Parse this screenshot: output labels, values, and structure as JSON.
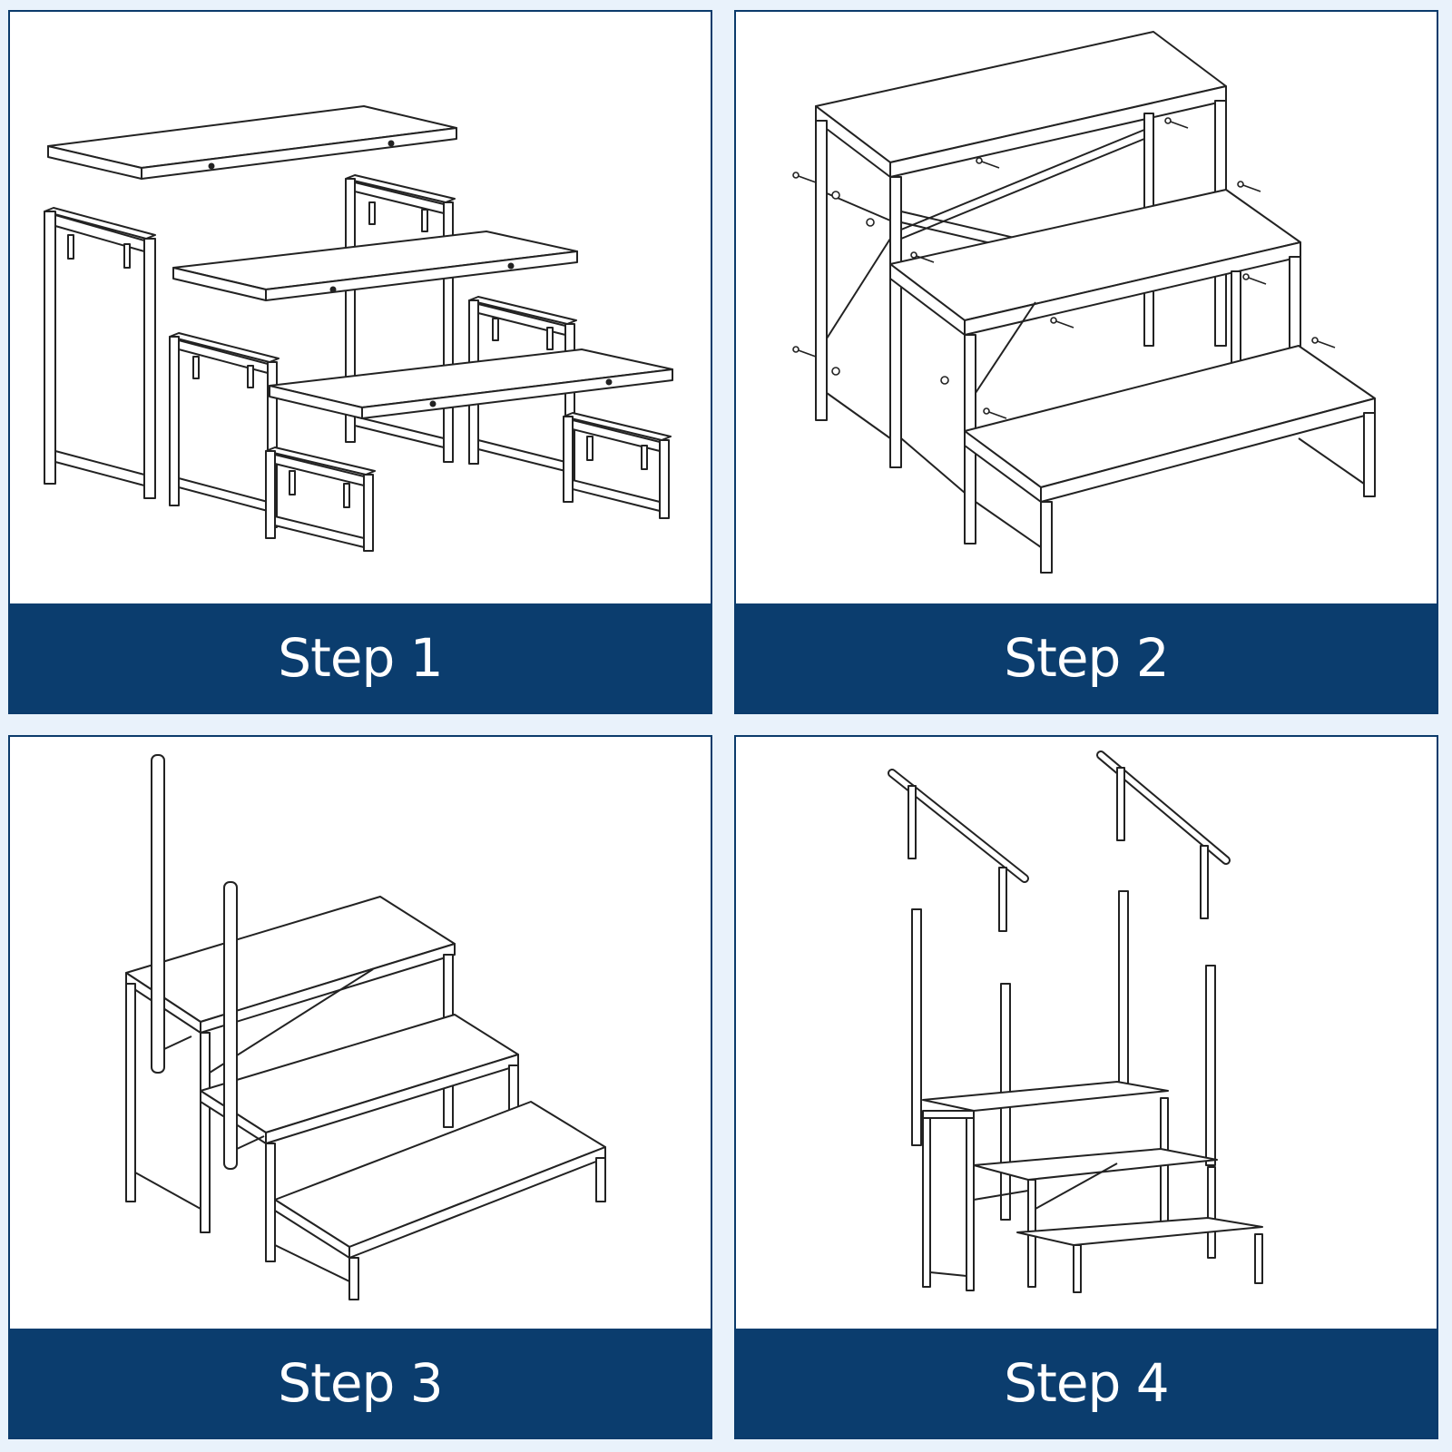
{
  "colors": {
    "caption_bg": "#0b3d6e",
    "caption_text": "#ffffff",
    "line": "#222222",
    "page_bg": "#e9f2fb"
  },
  "steps": [
    {
      "label": "Step 1"
    },
    {
      "label": "Step 2"
    },
    {
      "label": "Step 3"
    },
    {
      "label": "Step 4"
    }
  ]
}
